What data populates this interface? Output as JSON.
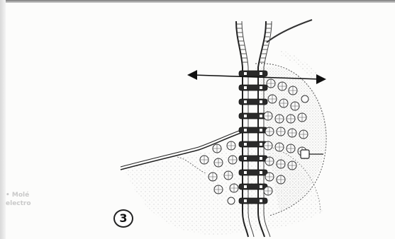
{
  "figure": {
    "panel_number": "3",
    "bleed_text_line_1": "• Molé",
    "bleed_text_line_2": "electro"
  }
}
